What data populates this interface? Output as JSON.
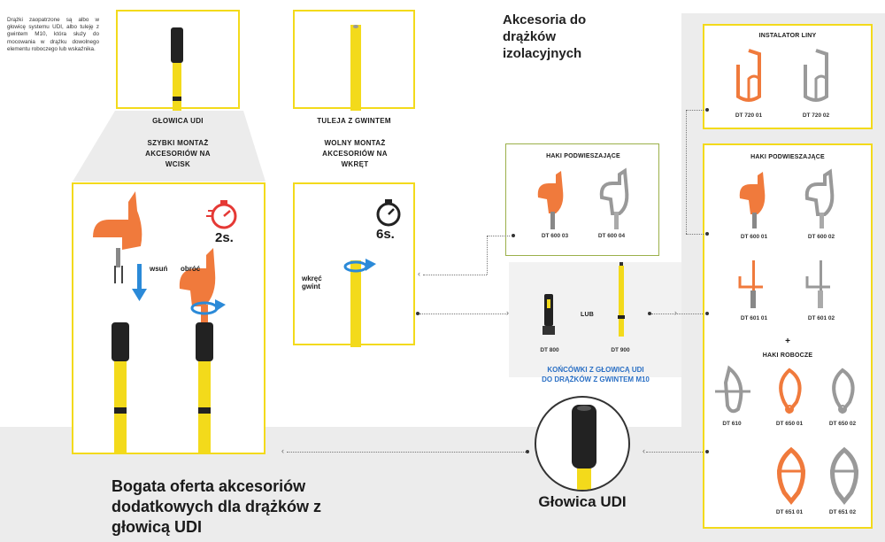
{
  "intro_text": "Drążki zaopatrzone są albo w głowicę systemu UDI, albo tuleję z gwintem M10, która służy do mocowania w drążku dowolnego elementu roboczego lub wskaźnika.",
  "main_title": "Akcesoria do drążków izolacyjnych",
  "udi_head": {
    "label": "GŁOWICA UDI",
    "feature": "SZYBKI MONTAŻ AKCESORIÓW NA WCISK",
    "time": "2s.",
    "step1": "wsuń",
    "step2": "obróć"
  },
  "thread_head": {
    "label": "TULEJA Z GWINTEM",
    "feature": "WOLNY MONTAŻ AKCESORIÓW NA WKRĘT",
    "time": "6s.",
    "step": "wkręć gwint"
  },
  "hooks_small": {
    "title": "HAKI PODWIESZAJĄCE",
    "codes": [
      "DT 600 03",
      "DT 600 04"
    ]
  },
  "tips": {
    "codes": [
      "DT 800",
      "DT 900"
    ],
    "or_label": "LUB",
    "caption_line1": "KOŃCÓWKI Z GŁOWICĄ UDI",
    "caption_line2": "DO DRĄŻKÓW Z GWINTEM M10"
  },
  "installer": {
    "title": "INSTALATOR LINY",
    "codes": [
      "DT 720 01",
      "DT 720 02"
    ]
  },
  "hooks_large": {
    "title": "HAKI PODWIESZAJĄCE",
    "codes": [
      "DT 600 01",
      "DT 600 02",
      "DT 601 01",
      "DT 601 02"
    ],
    "plus": "+",
    "work_title": "HAKI ROBOCZE",
    "work_codes": [
      "DT 610",
      "DT 650 01",
      "DT 650 02",
      "DT 651 01",
      "DT 651 02"
    ]
  },
  "udi_circle_label": "Głowica UDI",
  "footer_title": "Bogata oferta akcesoriów dodatkowych dla drążków z głowicą UDI",
  "colors": {
    "yellow": "#f3da1b",
    "green": "#9bb04a",
    "orange": "#f07a3c",
    "blue": "#2b8ad8",
    "caption_blue": "#2a6fc4",
    "dark": "#1a1a1a",
    "gray_bg": "#ececec"
  }
}
